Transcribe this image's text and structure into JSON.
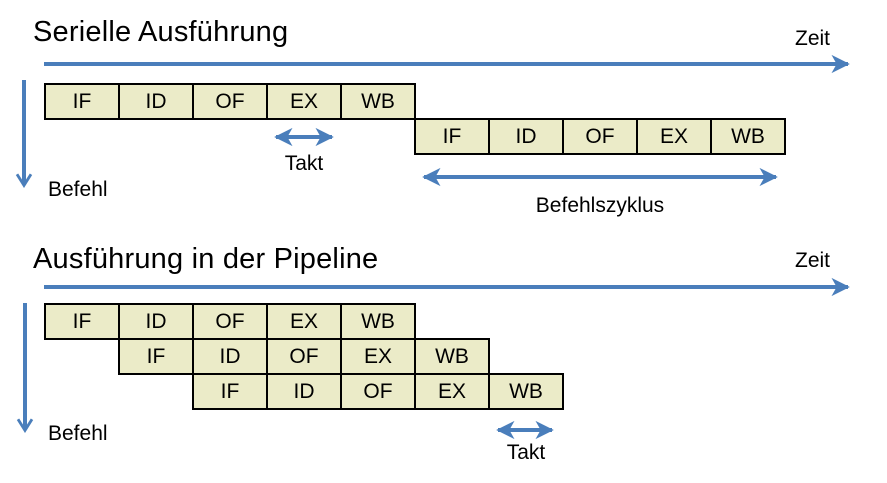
{
  "colors": {
    "accent_blue": "#4a7ebb",
    "box_fill": "#ebebc8",
    "box_border": "#000000"
  },
  "serial": {
    "title": "Serielle Ausführung",
    "time_label": "Zeit",
    "instruction_label": "Befehl",
    "clock_label": "Takt",
    "cycle_label": "Befehlszyklus",
    "rows": [
      {
        "cells": [
          "IF",
          "ID",
          "OF",
          "EX",
          "WB"
        ]
      },
      {
        "cells": [
          "IF",
          "ID",
          "OF",
          "EX",
          "WB"
        ]
      }
    ]
  },
  "pipeline": {
    "title": "Ausführung in der Pipeline",
    "time_label": "Zeit",
    "instruction_label": "Befehl",
    "clock_label": "Takt",
    "rows": [
      {
        "cells": [
          "IF",
          "ID",
          "OF",
          "EX",
          "WB"
        ]
      },
      {
        "cells": [
          "IF",
          "ID",
          "OF",
          "EX",
          "WB"
        ]
      },
      {
        "cells": [
          "IF",
          "ID",
          "OF",
          "EX",
          "WB"
        ]
      }
    ]
  }
}
